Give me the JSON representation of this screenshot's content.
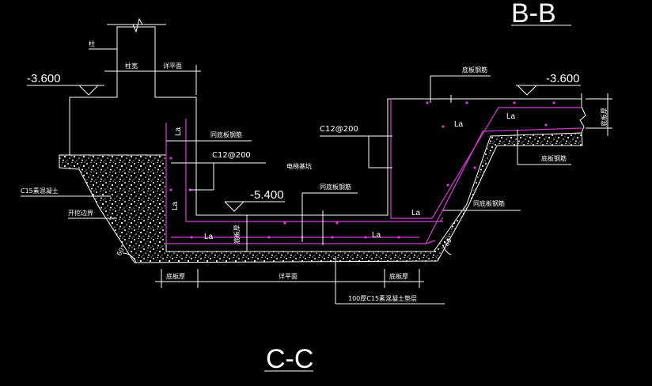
{
  "titles": {
    "section_top": "B-B",
    "section_bottom": "C-C"
  },
  "elevations": {
    "left_top": "-3.600",
    "right_top": "-3.600",
    "pit_floor": "-5.400"
  },
  "labels": {
    "column": "柱",
    "column_width": "柱宽",
    "detail_plan_top": "详平面",
    "bottom_plate_rebar_top": "底板钢筋",
    "same_plate_rebar_1": "同底板钢筋",
    "rebar_spec_1": "C12@200",
    "rebar_spec_2": "C12@200",
    "elevator_pit": "电梯基坑",
    "same_plate_rebar_2": "同底板钢筋",
    "c15_concrete": "C15素混凝土",
    "excavation_line": "开挖边界",
    "plate_thickness_mid": "底板厚",
    "bottom_plate_rebar_right": "底板钢筋",
    "same_plate_rebar_right": "同底板钢筋",
    "plate_thickness_right": "底板厚",
    "dim_plate_left": "底板厚",
    "dim_detail_plan": "详平面",
    "dim_plate_right": "底板厚",
    "cushion_note": "100厚C15素混凝土垫层",
    "angle_left": "60°",
    "angle_right": "60°"
  },
  "anchorage": {
    "la_1": "La",
    "la_2": "La",
    "la_3": "La",
    "la_4": "La",
    "la_5": "La",
    "la_6": "La",
    "la_7": "La"
  },
  "colors": {
    "background": "#000000",
    "line": "#ffffff",
    "rebar": "#d63cd6"
  }
}
